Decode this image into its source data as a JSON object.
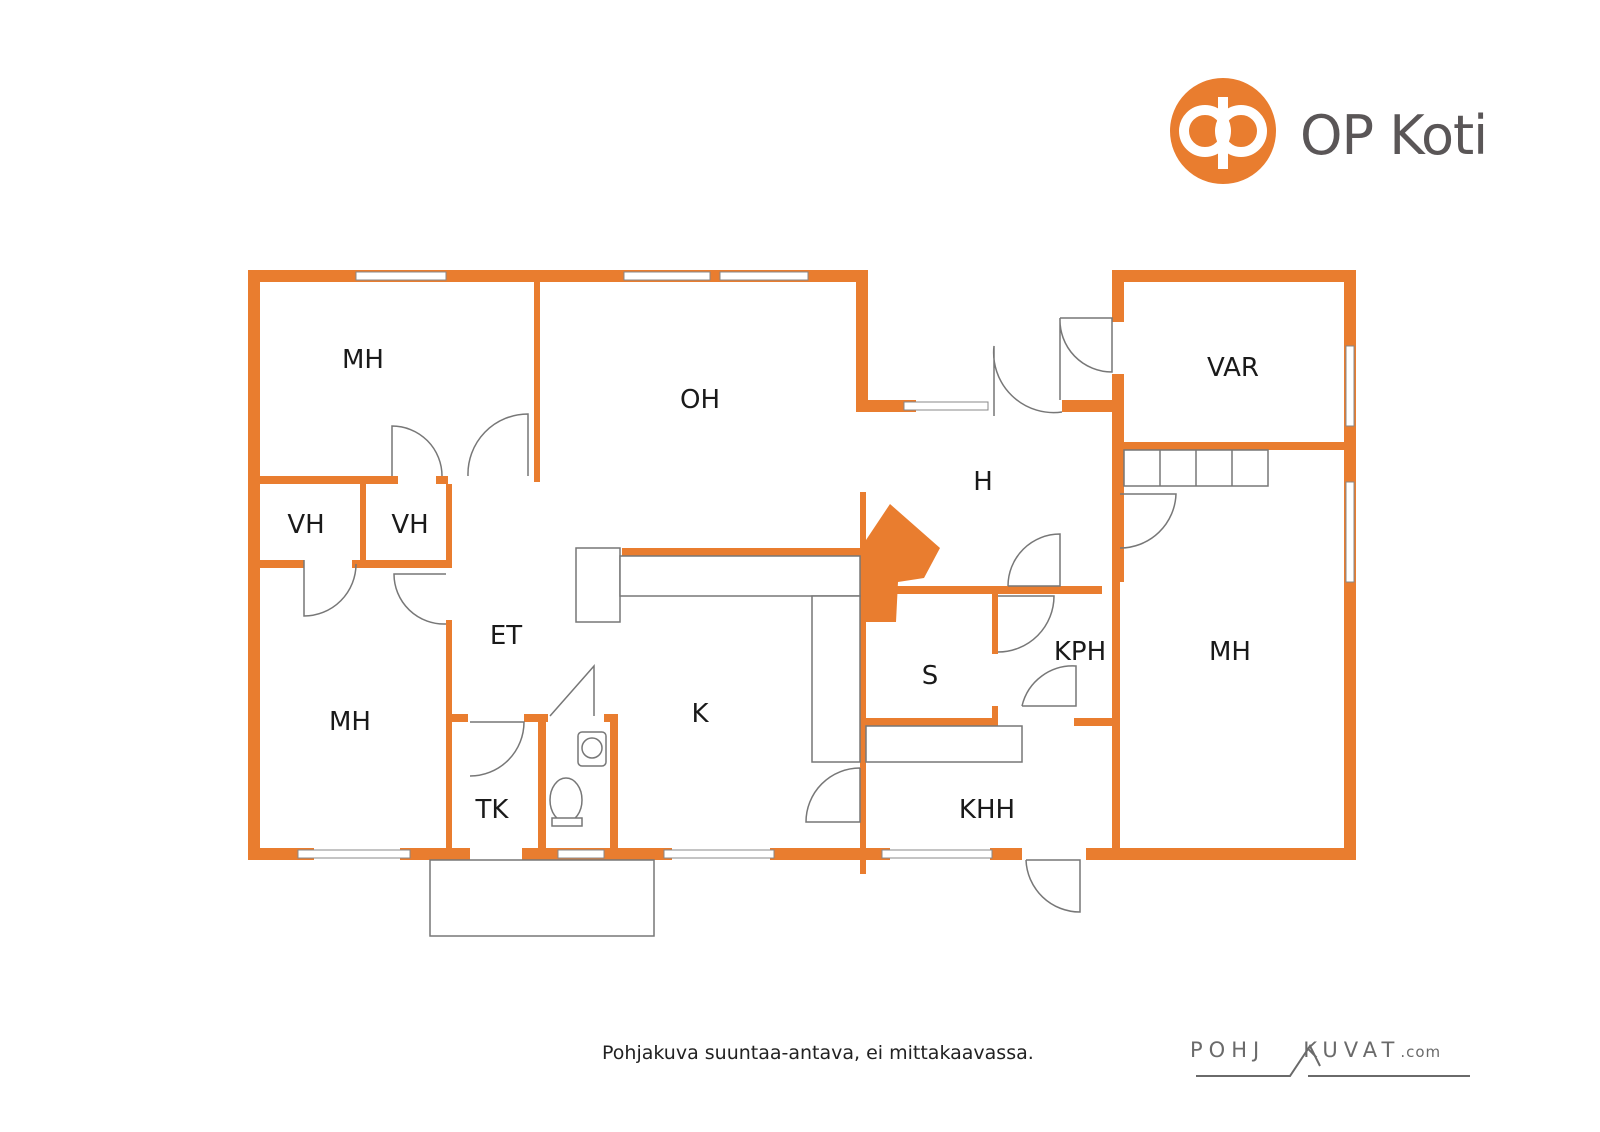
{
  "brand": {
    "name": "OP Koti",
    "accent_color": "#e97d2f",
    "logo_icon": "op-circle-logo"
  },
  "rooms": [
    {
      "id": "mh1",
      "label": "MH"
    },
    {
      "id": "oh",
      "label": "OH"
    },
    {
      "id": "var",
      "label": "VAR"
    },
    {
      "id": "h",
      "label": "H"
    },
    {
      "id": "vh1",
      "label": "VH"
    },
    {
      "id": "vh2",
      "label": "VH"
    },
    {
      "id": "et",
      "label": "ET"
    },
    {
      "id": "mh2",
      "label": "MH"
    },
    {
      "id": "k",
      "label": "K"
    },
    {
      "id": "s",
      "label": "S"
    },
    {
      "id": "kph",
      "label": "KPH"
    },
    {
      "id": "mh3",
      "label": "MH"
    },
    {
      "id": "tk",
      "label": "TK"
    },
    {
      "id": "khh",
      "label": "KHH"
    }
  ],
  "caption": "Pohjakuva suuntaa-antava, ei mittakaavassa.",
  "credit": {
    "part1": "POHJ",
    "part2": "KUVAT",
    "suffix": ".com",
    "icon": "a-letter-mark"
  }
}
